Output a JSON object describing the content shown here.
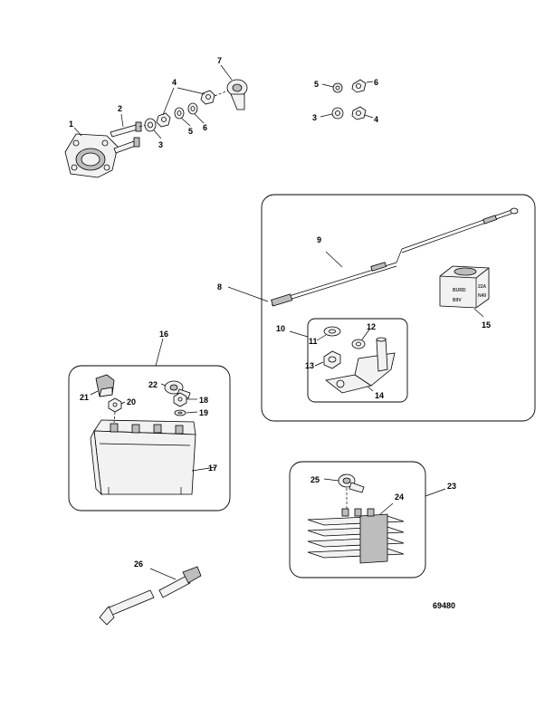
{
  "figure_number": "69480",
  "callouts": {
    "c1": "1",
    "c2": "2",
    "c3": "3",
    "c4": "4",
    "c5": "5",
    "c6": "6",
    "c7": "7",
    "c5b": "5",
    "c6b": "6",
    "c3b": "3",
    "c4b": "4",
    "c8": "8",
    "c9": "9",
    "c10": "10",
    "c11": "11",
    "c12": "12",
    "c13": "13",
    "c14": "14",
    "c15": "15",
    "c16": "16",
    "c17": "17",
    "c18": "18",
    "c19": "19",
    "c20": "20",
    "c21": "21",
    "c22": "22",
    "c23": "23",
    "c24": "24",
    "c25": "25",
    "c26": "26"
  },
  "anode_block_text": {
    "t1": "BURD",
    "t2": "22A",
    "t3": "N40",
    "t4": "B9V"
  }
}
